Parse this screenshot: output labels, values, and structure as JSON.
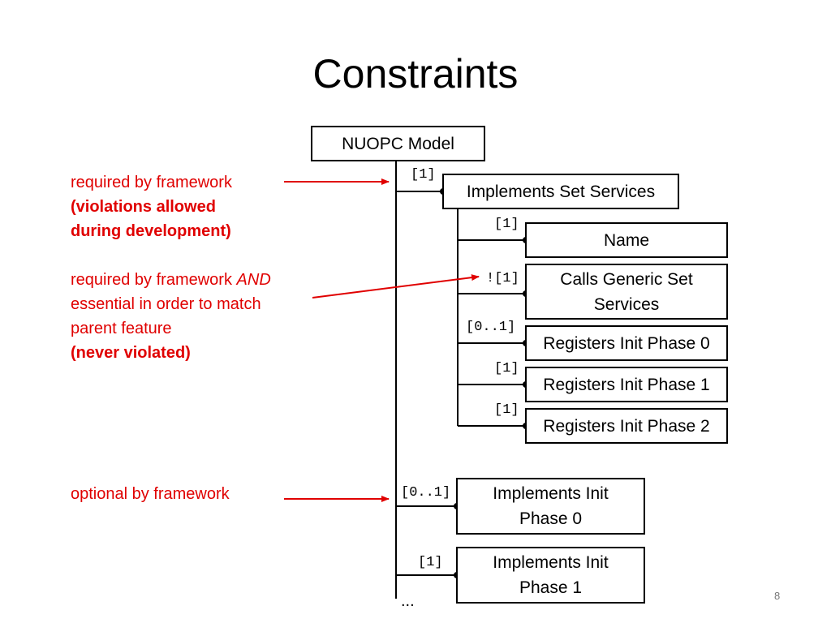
{
  "title": "Constraints",
  "nodes": {
    "root": "NUOPC Model",
    "set_services": "Implements Set Services",
    "name": "Name",
    "calls_generic_1": "Calls Generic Set",
    "calls_generic_2": "Services",
    "reg_phase0": "Registers Init Phase 0",
    "reg_phase1": "Registers Init Phase 1",
    "reg_phase2": "Registers Init Phase 2",
    "impl_phase0_1": "Implements Init",
    "impl_phase0_2": "Phase 0",
    "impl_phase1_1": "Implements Init",
    "impl_phase1_2": "Phase 1"
  },
  "multiplicities": {
    "set_services": "[1]",
    "name": "[1]",
    "calls_generic": "![1]",
    "reg_phase0": "[0..1]",
    "reg_phase1": "[1]",
    "reg_phase2": "[1]",
    "impl_phase0": "[0..1]",
    "impl_phase1": "[1]"
  },
  "notes": {
    "required": {
      "line1": "required by framework",
      "line2": "(violations allowed",
      "line3": "during development)"
    },
    "essential": {
      "line1_prefix": "required by framework ",
      "line1_emph": "AND",
      "line2": "essential in order to match",
      "line3": "parent feature",
      "line4": "(never violated)"
    },
    "optional": {
      "line1": "optional by framework"
    }
  },
  "ellipsis": "...",
  "page_number": "8",
  "colors": {
    "note": "#e00000",
    "line": "#000000"
  }
}
